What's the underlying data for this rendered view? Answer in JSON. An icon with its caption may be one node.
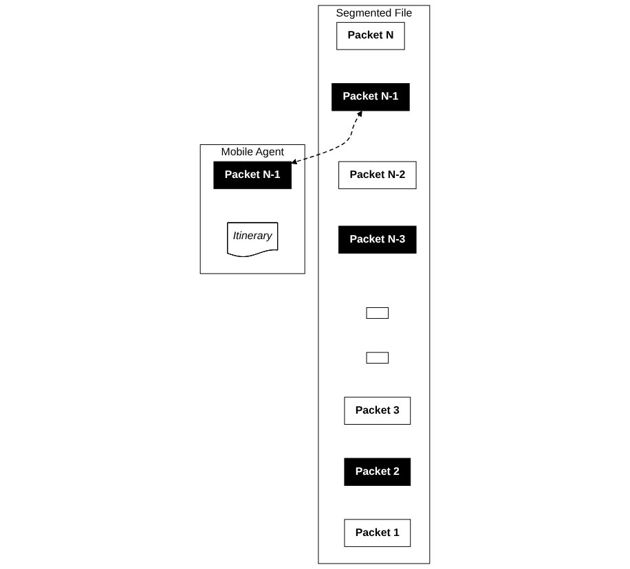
{
  "diagram": {
    "nodes": [
      {
        "text": [
          "Segmented File"
        ]
      },
      {
        "text": [
          "Packet N"
        ],
        "in": 0
      },
      {
        "text": [
          "Packet N-1"
        ],
        "in": 0
      },
      {
        "text": [
          "Packet N-2"
        ],
        "in": 0
      },
      {
        "text": [
          "Packet N-3"
        ],
        "in": 0
      },
      {
        "text": [],
        "shape": "box",
        "in": 0
      },
      {
        "text": [],
        "shape": "box",
        "in": 0
      },
      {
        "text": [
          "Packet 3"
        ],
        "in": 0
      },
      {
        "text": [
          "Packet 2"
        ],
        "in": 0
      },
      {
        "text": [
          "Packet 1"
        ],
        "in": 0
      },
      {
        "text": [
          "Mobile Agent"
        ]
      },
      {
        "text": [
          "Packet N-1"
        ],
        "in": 10
      },
      {
        "text": [
          "Itinerary"
        ],
        "in": 10
      }
    ],
    "edges": [
      {
        "from": 2,
        "to": 11,
        "arrow": "both",
        "style": "dashed"
      }
    ]
  }
}
